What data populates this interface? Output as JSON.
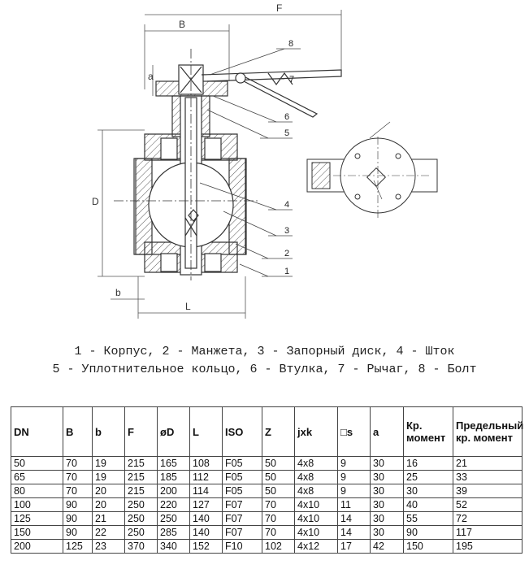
{
  "dimensions": {
    "F": "F",
    "B": "B",
    "a": "a",
    "D": "D",
    "b": "b",
    "L": "L"
  },
  "callouts": [
    "8",
    "7",
    "6",
    "5",
    "4",
    "3",
    "2",
    "1"
  ],
  "legend_line1": "1 - Корпус, 2 - Манжета, 3 - Запорный диск, 4 - Шток",
  "legend_line2": "5 - Уплотнительное кольцо, 6 - Втулка, 7 - Рычаг, 8 - Болт",
  "table": {
    "headers": [
      "DN",
      "B",
      "b",
      "F",
      "øD",
      "L",
      "ISO",
      "Z",
      "jxk",
      "□s",
      "a",
      "Кр. момент",
      "Предельный кр. момент"
    ],
    "rows": [
      [
        "50",
        "70",
        "19",
        "215",
        "165",
        "108",
        "F05",
        "50",
        "4x8",
        "9",
        "30",
        "16",
        "21"
      ],
      [
        "65",
        "70",
        "19",
        "215",
        "185",
        "112",
        "F05",
        "50",
        "4x8",
        "9",
        "30",
        "25",
        "33"
      ],
      [
        "80",
        "70",
        "20",
        "215",
        "200",
        "114",
        "F05",
        "50",
        "4x8",
        "9",
        "30",
        "30",
        "39"
      ],
      [
        "100",
        "90",
        "20",
        "250",
        "220",
        "127",
        "F07",
        "70",
        "4x10",
        "11",
        "30",
        "40",
        "52"
      ],
      [
        "125",
        "90",
        "21",
        "250",
        "250",
        "140",
        "F07",
        "70",
        "4x10",
        "14",
        "30",
        "55",
        "72"
      ],
      [
        "150",
        "90",
        "22",
        "250",
        "285",
        "140",
        "F07",
        "70",
        "4x10",
        "14",
        "30",
        "90",
        "117"
      ],
      [
        "200",
        "125",
        "23",
        "370",
        "340",
        "152",
        "F10",
        "102",
        "4x12",
        "17",
        "42",
        "150",
        "195"
      ]
    ]
  }
}
